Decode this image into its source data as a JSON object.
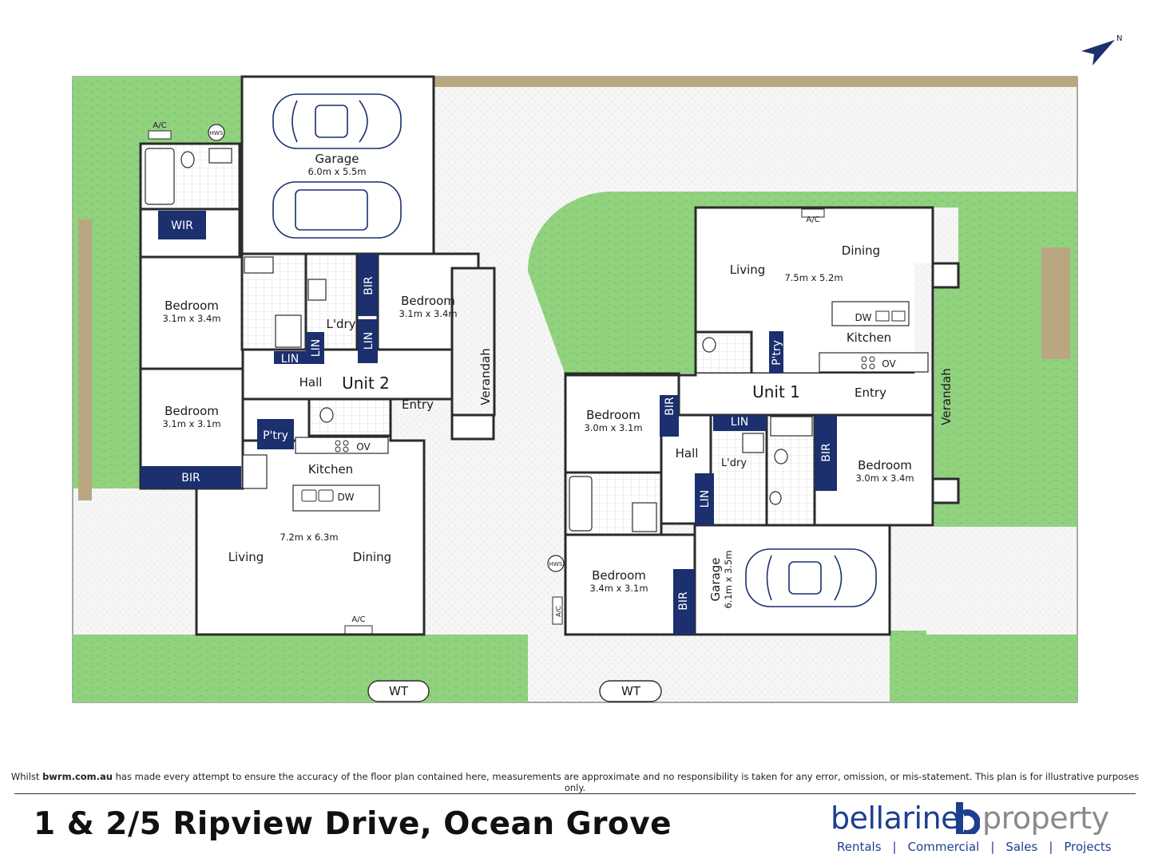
{
  "compass": {
    "label": "N"
  },
  "unit2": {
    "name": "Unit 2",
    "garage": {
      "label": "Garage",
      "dims": "6.0m x 5.5m"
    },
    "bedroom1": {
      "label": "Bedroom",
      "dims": "3.1m x 3.4m"
    },
    "bedroom2": {
      "label": "Bedroom",
      "dims": "3.1m x 3.4m"
    },
    "bedroom3": {
      "label": "Bedroom",
      "dims": "3.1m x 3.1m"
    },
    "wir": "WIR",
    "bir1": "BIR",
    "bir2": "BIR",
    "lin1": "LIN",
    "lin2": "LIN",
    "lin3": "LIN",
    "laundry": "L'dry",
    "hall": "Hall",
    "entry": "Entry",
    "verandah": "Verandah",
    "pantry": "P'try",
    "kitchen": "Kitchen",
    "ov": "OV",
    "dw": "DW",
    "living_dims": "7.2m x 6.3m",
    "living": "Living",
    "dining": "Dining",
    "ac_top": "A/C",
    "ac_bottom": "A/C",
    "hws": "HWS",
    "wt": "WT"
  },
  "unit1": {
    "name": "Unit 1",
    "living": "Living",
    "dining": "Dining",
    "living_dims": "7.5m x 5.2m",
    "kitchen": "Kitchen",
    "dw": "DW",
    "ov": "OV",
    "ac_top": "A/C",
    "pantry": "P'try",
    "entry": "Entry",
    "verandah": "Verandah",
    "bedroom1": {
      "label": "Bedroom",
      "dims": "3.0m x 3.1m"
    },
    "bedroom2": {
      "label": "Bedroom",
      "dims": "3.0m x 3.4m"
    },
    "bedroom3": {
      "label": "Bedroom",
      "dims": "3.4m x 3.1m"
    },
    "bir1": "BIR",
    "bir2": "BIR",
    "bir3": "BIR",
    "lin1": "LIN",
    "lin2": "LIN",
    "hall": "Hall",
    "laundry": "L'dry",
    "garage": {
      "label": "Garage",
      "dims": "6.1m x 3.5m"
    },
    "hws": "HWS",
    "ac_side": "A/C",
    "wt": "WT"
  },
  "footer": {
    "disclaimer_pre": "Whilst ",
    "disclaimer_site": "bwrm.com.au",
    "disclaimer_post": " has made every attempt to ensure the accuracy of the floor plan contained here, measurements are approximate and no responsibility is taken for any error, omission, or mis-statement. This plan is for illustrative purposes only.",
    "address": "1 & 2/5 Ripview Drive, Ocean Grove",
    "brand_left": "bellarine",
    "brand_right": "property",
    "services": [
      "Rentals",
      "Commercial",
      "Sales",
      "Projects"
    ]
  },
  "colors": {
    "lawn": "#8fd17e",
    "paving": "#f3f3f3",
    "wall": "#2b2b2b",
    "fitting": "#1c2f6e",
    "fence": "#b9a782",
    "brand": "#1c3f8f"
  }
}
